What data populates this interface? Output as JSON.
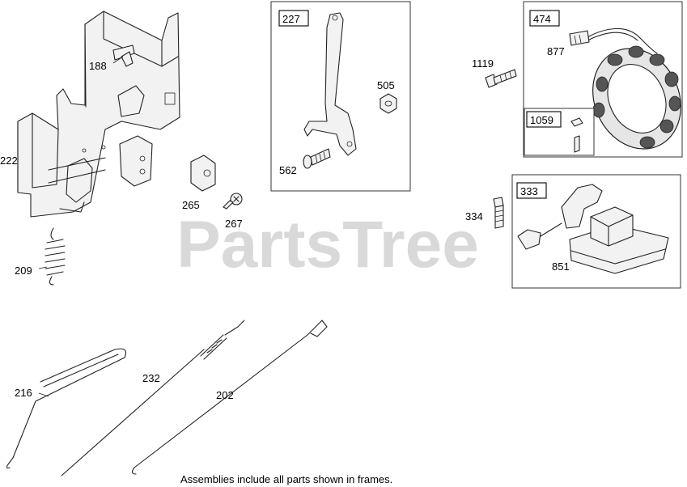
{
  "watermark": "PartsTree",
  "caption": "Assemblies include all parts shown in frames.",
  "frames": {
    "f227": "227",
    "f474": "474",
    "f1059": "1059",
    "f333": "333"
  },
  "callouts": {
    "c188": "188",
    "c222": "222",
    "c265": "265",
    "c267": "267",
    "c209": "209",
    "c505": "505",
    "c562": "562",
    "c1119": "1119",
    "c877": "877",
    "c334": "334",
    "c851": "851",
    "c216": "216",
    "c232": "232",
    "c202": "202"
  }
}
